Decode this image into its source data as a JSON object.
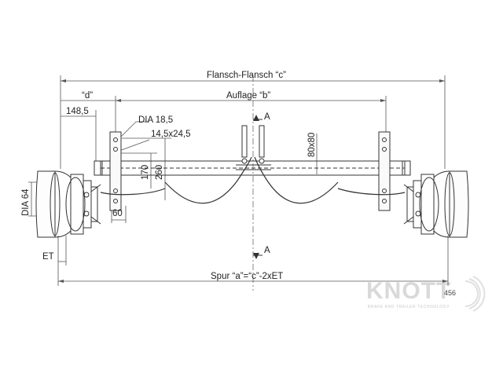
{
  "dimensions": {
    "flange_to_flange": "Flansch-Flansch “c”",
    "support": "Auflage “b”",
    "d": "“d”",
    "d_value": "148,5",
    "hole_dia": "DIA 18,5",
    "slot": "14,5x24,5",
    "height_170": "170",
    "height_260": "260",
    "tube": "80x80",
    "width_60": "60",
    "dia_64": "DIA 64",
    "et": "ET",
    "track": "Spur “a”=“c”-2xET",
    "section_a_top": "A",
    "section_a_bottom": "A"
  },
  "logo": {
    "brand": "KNOTT",
    "tagline": "BRAKE AND TRAILER TECHNOLOGY"
  },
  "part_number": "456"
}
